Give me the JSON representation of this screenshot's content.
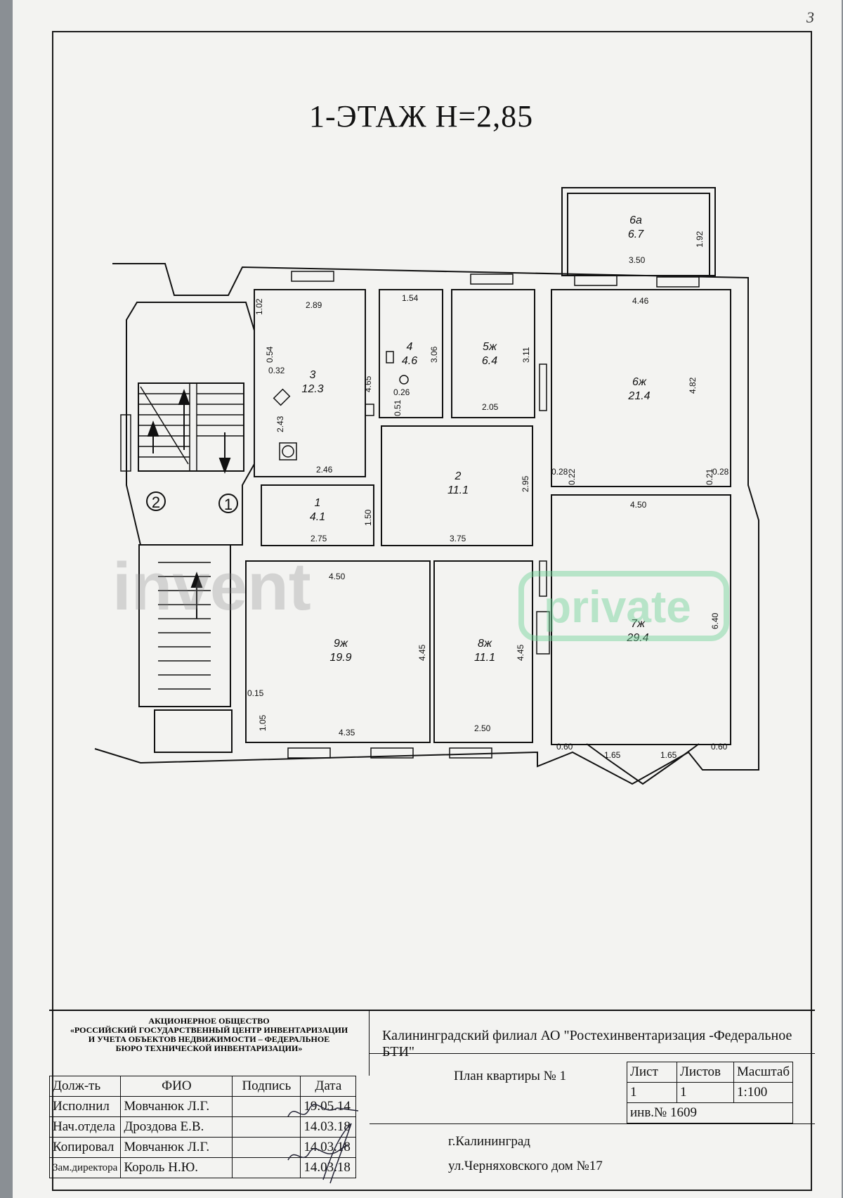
{
  "page_number": "3",
  "title": "1-ЭТАЖ  Н=2,85",
  "rooms": [
    {
      "id": "3",
      "area": "12.3"
    },
    {
      "id": "4",
      "area": "4.6"
    },
    {
      "id": "5ж",
      "area": "6.4"
    },
    {
      "id": "6ж",
      "area": "21.4"
    },
    {
      "id": "6а",
      "area": "6.7"
    },
    {
      "id": "2",
      "area": "11.1"
    },
    {
      "id": "1",
      "area": "4.1"
    },
    {
      "id": "9ж",
      "area": "19.9"
    },
    {
      "id": "8ж",
      "area": "11.1"
    },
    {
      "id": "7ж",
      "area": "29.4"
    }
  ],
  "stair_markers": [
    "2",
    "1"
  ],
  "dimensions": {
    "balcony_w": "3.50",
    "balcony_h": "1.92",
    "r3_top": "2.89",
    "r3_left": "1.02",
    "r3_a": "0.54",
    "r3_b": "0.32",
    "r3_c": "2.43",
    "r3_bottom": "2.46",
    "r3_right": "4.65",
    "r4_top": "1.54",
    "r4_right": "3.06",
    "r4_a": "0.26",
    "r4_b": "0.51",
    "r5_right": "3.11",
    "r5_bottom": "2.05",
    "r6_top": "4.46",
    "r6_right": "4.82",
    "r6_a": "0.28",
    "r6_b": "0.22",
    "r6_c": "0.21",
    "r6_d": "0.28",
    "r2_right": "2.95",
    "r2_bottom": "3.75",
    "r1_right": "1.50",
    "r1_bottom": "2.75",
    "r7_top": "4.50",
    "r7_right": "6.40",
    "r7_bl": "0.60",
    "r7_b1": "1.65",
    "r7_b2": "1.65",
    "r7_br": "0.60",
    "r9_top": "4.50",
    "r9_right": "4.45",
    "r9_a": "0.15",
    "r9_b": "1.05",
    "r9_bottom": "4.35",
    "r8_right": "4.45",
    "r8_bottom": "2.50"
  },
  "watermark": {
    "word": "invent",
    "badge": "private"
  },
  "stamp": {
    "org": [
      "АКЦИОНЕРНОЕ ОБЩЕСТВО",
      "«РОССИЙСКИЙ ГОСУДАРСТВЕННЫЙ ЦЕНТР ИНВЕНТАРИЗАЦИИ",
      "И УЧЕТА ОБЪЕКТОВ НЕДВИЖИМОСТИ – ФЕДЕРАЛЬНОЕ",
      "БЮРО ТЕХНИЧЕСКОЙ ИНВЕНТАРИЗАЦИИ»"
    ],
    "branch": "Калининградский филиал АО \"Ростехинвентаризация -Федеральное БТИ\"",
    "headers": {
      "role": "Долж-ть",
      "name": "ФИО",
      "sign": "Подпись",
      "date": "Дата"
    },
    "rows": [
      {
        "role": "Исполнил",
        "name": "Мовчанюк Л.Г.",
        "date": "19.05.14"
      },
      {
        "role": "Нач.отдела",
        "name": "Дроздова Е.В.",
        "date": "14.03.18"
      },
      {
        "role": "Копировал",
        "name": "Мовчанюк Л.Г.",
        "date": "14.03.18"
      },
      {
        "role": "Зам.директора",
        "name": "Король Н.Ю.",
        "date": "14.03.18"
      }
    ],
    "plan_name": "План квартиры № 1",
    "sheet_labels": {
      "sheet": "Лист",
      "sheets": "Листов",
      "scale": "Масштаб"
    },
    "sheet_values": {
      "sheet": "1",
      "sheets": "1",
      "scale": "1:100"
    },
    "inv_label": "инв.№",
    "inv_number": "1609",
    "city": "г.Калининград",
    "street": "ул.Черняховского дом №17"
  }
}
